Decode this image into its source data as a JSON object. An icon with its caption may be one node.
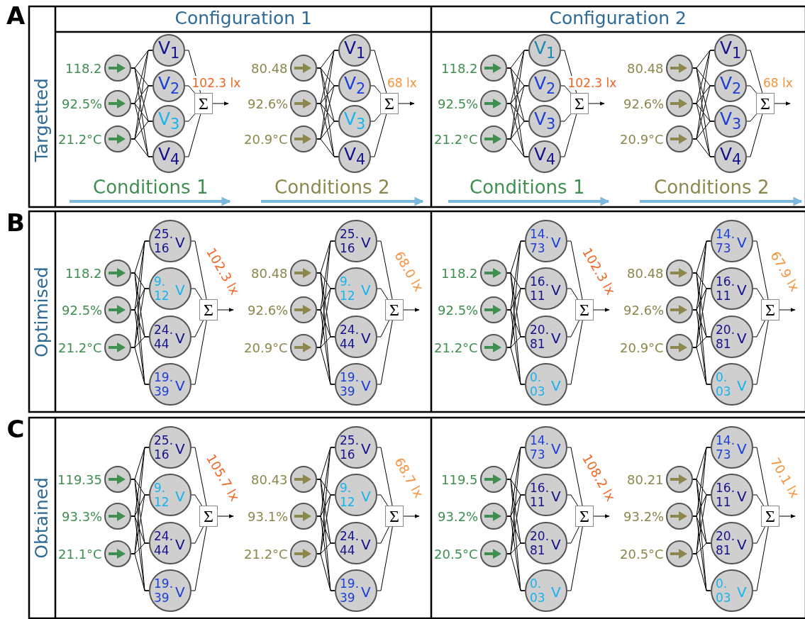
{
  "diagram": {
    "nodes": [
      {
        "text": [],
        "shape": "circle",
        "beside": [
          "118.2"
        ]
      },
      {
        "text": [],
        "shape": "circle",
        "beside": [
          "92.5%"
        ]
      },
      {
        "text": [],
        "shape": "circle",
        "beside": [
          "21.2°C"
        ]
      },
      {
        "text": [
          "V$_{1}$"
        ]
      },
      {
        "text": [
          "V$_{2}$"
        ]
      },
      {
        "text": [
          "V$_{3}$"
        ]
      },
      {
        "text": [
          "V$_{4}$"
        ]
      },
      {
        "text": [
          "Σ"
        ],
        "beside": [
          "102.3 lx"
        ]
      },
      {
        "text": [],
        "shape": "circle",
        "beside": [
          "80.48"
        ]
      },
      {
        "text": [],
        "shape": "circle",
        "beside": [
          "92.6%"
        ]
      },
      {
        "text": [],
        "shape": "circle",
        "beside": [
          "20.9°C"
        ]
      },
      {
        "text": [
          "V$_{1}$"
        ]
      },
      {
        "text": [
          "V$_{2}$"
        ]
      },
      {
        "text": [
          "V$_{3}$"
        ]
      },
      {
        "text": [
          "V$_{4}$"
        ]
      },
      {
        "text": [
          "Σ"
        ],
        "beside": [
          "68 lx"
        ]
      },
      {
        "text": [],
        "shape": "circle",
        "beside": [
          "118.2"
        ]
      },
      {
        "text": [],
        "shape": "circle",
        "beside": [
          "92.5%"
        ]
      },
      {
        "text": [],
        "shape": "circle",
        "beside": [
          "21.2°C"
        ]
      },
      {
        "text": [
          "V$_{1}$"
        ]
      },
      {
        "text": [
          "V$_{2}$"
        ]
      },
      {
        "text": [
          "V$_{3}$"
        ]
      },
      {
        "text": [
          "V$_{4}$"
        ]
      },
      {
        "text": [
          "Σ"
        ],
        "beside": [
          "102.3 lx"
        ]
      },
      {
        "text": [],
        "shape": "circle",
        "beside": [
          "80.48"
        ]
      },
      {
        "text": [],
        "shape": "circle",
        "beside": [
          "92.6%"
        ]
      },
      {
        "text": [],
        "shape": "circle",
        "beside": [
          "20.9°C"
        ]
      },
      {
        "text": [
          "V$_{1}$"
        ]
      },
      {
        "text": [
          "V$_{2}$"
        ]
      },
      {
        "text": [
          "V$_{3}$"
        ]
      },
      {
        "text": [
          "V$_{4}$"
        ]
      },
      {
        "text": [
          "Σ"
        ],
        "beside": [
          "68 lx"
        ]
      },
      {
        "text": [],
        "shape": "circle",
        "beside": [
          "118.2"
        ]
      },
      {
        "text": [],
        "shape": "circle",
        "beside": [
          "92.5%"
        ]
      },
      {
        "text": [],
        "shape": "circle",
        "beside": [
          "21.2°C"
        ]
      },
      {
        "text": [
          "25.16",
          "V"
        ]
      },
      {
        "text": [
          "9.12",
          "V"
        ]
      },
      {
        "text": [
          "24.44",
          "V"
        ]
      },
      {
        "text": [
          "19.39",
          "V"
        ]
      },
      {
        "text": [
          "Σ"
        ],
        "beside": [
          "102.3 lx"
        ]
      },
      {
        "text": [],
        "shape": "circle",
        "beside": [
          "80.48"
        ]
      },
      {
        "text": [],
        "shape": "circle",
        "beside": [
          "92.6%"
        ]
      },
      {
        "text": [],
        "shape": "circle",
        "beside": [
          "20.9°C"
        ]
      },
      {
        "text": [
          "25.16",
          "V"
        ]
      },
      {
        "text": [
          "9.12",
          "V"
        ]
      },
      {
        "text": [
          "24.44",
          "V"
        ]
      },
      {
        "text": [
          "19.39",
          "V"
        ]
      },
      {
        "text": [
          "Σ"
        ],
        "beside": [
          "68.0 lx"
        ]
      },
      {
        "text": [],
        "shape": "circle",
        "beside": [
          "118.2"
        ]
      },
      {
        "text": [],
        "shape": "circle",
        "beside": [
          "92.5%"
        ]
      },
      {
        "text": [],
        "shape": "circle",
        "beside": [
          "21.2°C"
        ]
      },
      {
        "text": [
          "14.73",
          "V"
        ]
      },
      {
        "text": [
          "16.11",
          "V"
        ]
      },
      {
        "text": [
          "20.81",
          "V"
        ]
      },
      {
        "text": [
          "0.03",
          "V"
        ]
      },
      {
        "text": [
          "Σ"
        ],
        "beside": [
          "102.3 lx"
        ]
      },
      {
        "text": [],
        "shape": "circle",
        "beside": [
          "80.48"
        ]
      },
      {
        "text": [],
        "shape": "circle",
        "beside": [
          "92.6%"
        ]
      },
      {
        "text": [],
        "shape": "circle",
        "beside": [
          "20.9°C"
        ]
      },
      {
        "text": [
          "14.73",
          "V"
        ]
      },
      {
        "text": [
          "16.11",
          "V"
        ]
      },
      {
        "text": [
          "20.81",
          "V"
        ]
      },
      {
        "text": [
          "0.03",
          "V"
        ]
      },
      {
        "text": [
          "Σ"
        ],
        "beside": [
          "67.9 lx"
        ]
      },
      {
        "text": [],
        "shape": "circle",
        "beside": [
          "119.35"
        ]
      },
      {
        "text": [],
        "shape": "circle",
        "beside": [
          "93.3%"
        ]
      },
      {
        "text": [],
        "shape": "circle",
        "beside": [
          "21.1°C"
        ]
      },
      {
        "text": [
          "25.16",
          "V"
        ]
      },
      {
        "text": [
          "9.12",
          "V"
        ]
      },
      {
        "text": [
          "24.44",
          "V"
        ]
      },
      {
        "text": [
          "19.39",
          "V"
        ]
      },
      {
        "text": [
          "Σ"
        ],
        "beside": [
          "105.7 lx"
        ]
      },
      {
        "text": [],
        "shape": "circle",
        "beside": [
          "80.43"
        ]
      },
      {
        "text": [],
        "shape": "circle",
        "beside": [
          "93.1%"
        ]
      },
      {
        "text": [],
        "shape": "circle",
        "beside": [
          "21.2°C"
        ]
      },
      {
        "text": [
          "25.16",
          "V"
        ]
      },
      {
        "text": [
          "9.12",
          "V"
        ]
      },
      {
        "text": [
          "24.44",
          "V"
        ]
      },
      {
        "text": [
          "19.39",
          "V"
        ]
      },
      {
        "text": [
          "Σ"
        ],
        "beside": [
          "68.7 lx"
        ]
      },
      {
        "text": [],
        "shape": "circle",
        "beside": [
          "119.5"
        ]
      },
      {
        "text": [],
        "shape": "circle",
        "beside": [
          "93.2%"
        ]
      },
      {
        "text": [],
        "shape": "circle",
        "beside": [
          "20.5°C"
        ]
      },
      {
        "text": [
          "14.73",
          "V"
        ]
      },
      {
        "text": [
          "16.11",
          "V"
        ]
      },
      {
        "text": [
          "20.81",
          "V"
        ]
      },
      {
        "text": [
          "0.03",
          "V"
        ]
      },
      {
        "text": [
          "Σ"
        ],
        "beside": [
          "108.2 lx"
        ]
      },
      {
        "text": [],
        "shape": "circle",
        "beside": [
          "80.21"
        ]
      },
      {
        "text": [],
        "shape": "circle",
        "beside": [
          "93.2%"
        ]
      },
      {
        "text": [],
        "shape": "circle",
        "beside": [
          "20.5°C"
        ]
      },
      {
        "text": [
          "14.73",
          "V"
        ]
      },
      {
        "text": [
          "16.11",
          "V"
        ]
      },
      {
        "text": [
          "20.81",
          "V"
        ]
      },
      {
        "text": [
          "0.03",
          "V"
        ]
      },
      {
        "text": [
          "Σ"
        ],
        "beside": [
          "70.1 lx"
        ]
      }
    ],
    "edges": [
      {
        "from": 0,
        "to": 3,
        "arrow": "none"
      },
      {
        "from": 0,
        "to": 4,
        "arrow": "none"
      },
      {
        "from": 0,
        "to": 5,
        "arrow": "none"
      },
      {
        "from": 0,
        "to": 6,
        "arrow": "none"
      },
      {
        "from": 1,
        "to": 3,
        "arrow": "none"
      },
      {
        "from": 1,
        "to": 4,
        "arrow": "none"
      },
      {
        "from": 1,
        "to": 5,
        "arrow": "none"
      },
      {
        "from": 1,
        "to": 6,
        "arrow": "none"
      },
      {
        "from": 2,
        "to": 3,
        "arrow": "none"
      },
      {
        "from": 2,
        "to": 4,
        "arrow": "none"
      },
      {
        "from": 2,
        "to": 5,
        "arrow": "none"
      },
      {
        "from": 2,
        "to": 6,
        "arrow": "none"
      },
      {
        "from": 3,
        "to": 7,
        "arrow": "none"
      },
      {
        "from": 4,
        "to": 7,
        "arrow": "none"
      },
      {
        "from": 5,
        "to": 7,
        "arrow": "none"
      },
      {
        "from": 6,
        "to": 7,
        "arrow": "none"
      },
      {
        "from": 7,
        "to": null,
        "arrow": "to"
      },
      {
        "from": 8,
        "to": 11,
        "arrow": "none"
      },
      {
        "from": 8,
        "to": 12,
        "arrow": "none"
      },
      {
        "from": 8,
        "to": 13,
        "arrow": "none"
      },
      {
        "from": 8,
        "to": 14,
        "arrow": "none"
      },
      {
        "from": 9,
        "to": 11,
        "arrow": "none"
      },
      {
        "from": 9,
        "to": 12,
        "arrow": "none"
      },
      {
        "from": 9,
        "to": 13,
        "arrow": "none"
      },
      {
        "from": 9,
        "to": 14,
        "arrow": "none"
      },
      {
        "from": 10,
        "to": 11,
        "arrow": "none"
      },
      {
        "from": 10,
        "to": 12,
        "arrow": "none"
      },
      {
        "from": 10,
        "to": 13,
        "arrow": "none"
      },
      {
        "from": 10,
        "to": 14,
        "arrow": "none"
      },
      {
        "from": 11,
        "to": 15,
        "arrow": "none"
      },
      {
        "from": 12,
        "to": 15,
        "arrow": "none"
      },
      {
        "from": 13,
        "to": 15,
        "arrow": "none"
      },
      {
        "from": 14,
        "to": 15,
        "arrow": "none"
      },
      {
        "from": 15,
        "to": null,
        "arrow": "to"
      },
      {
        "from": 16,
        "to": 19,
        "arrow": "none"
      },
      {
        "from": 16,
        "to": 20,
        "arrow": "none"
      },
      {
        "from": 16,
        "to": 21,
        "arrow": "none"
      },
      {
        "from": 16,
        "to": 22,
        "arrow": "none"
      },
      {
        "from": 17,
        "to": 19,
        "arrow": "none"
      },
      {
        "from": 17,
        "to": 20,
        "arrow": "none"
      },
      {
        "from": 17,
        "to": 21,
        "arrow": "none"
      },
      {
        "from": 17,
        "to": 22,
        "arrow": "none"
      },
      {
        "from": 18,
        "to": 19,
        "arrow": "none"
      },
      {
        "from": 18,
        "to": 20,
        "arrow": "none"
      },
      {
        "from": 18,
        "to": 21,
        "arrow": "none"
      },
      {
        "from": 18,
        "to": 22,
        "arrow": "none"
      },
      {
        "from": 19,
        "to": 23,
        "arrow": "none"
      },
      {
        "from": 20,
        "to": 23,
        "arrow": "none"
      },
      {
        "from": 21,
        "to": 23,
        "arrow": "none"
      },
      {
        "from": 22,
        "to": 23,
        "arrow": "none"
      },
      {
        "from": 23,
        "to": null,
        "arrow": "to"
      },
      {
        "from": 24,
        "to": 27,
        "arrow": "none"
      },
      {
        "from": 24,
        "to": 28,
        "arrow": "none"
      },
      {
        "from": 24,
        "to": 29,
        "arrow": "none"
      },
      {
        "from": 24,
        "to": 30,
        "arrow": "none"
      },
      {
        "from": 25,
        "to": 27,
        "arrow": "none"
      },
      {
        "from": 25,
        "to": 28,
        "arrow": "none"
      },
      {
        "from": 25,
        "to": 29,
        "arrow": "none"
      },
      {
        "from": 25,
        "to": 30,
        "arrow": "none"
      },
      {
        "from": 26,
        "to": 27,
        "arrow": "none"
      },
      {
        "from": 26,
        "to": 28,
        "arrow": "none"
      },
      {
        "from": 26,
        "to": 29,
        "arrow": "none"
      },
      {
        "from": 26,
        "to": 30,
        "arrow": "none"
      },
      {
        "from": 27,
        "to": 31,
        "arrow": "none"
      },
      {
        "from": 28,
        "to": 31,
        "arrow": "none"
      },
      {
        "from": 29,
        "to": 31,
        "arrow": "none"
      },
      {
        "from": 30,
        "to": 31,
        "arrow": "none"
      },
      {
        "from": 31,
        "to": null,
        "arrow": "to"
      },
      {
        "from": 32,
        "to": 35,
        "arrow": "none"
      },
      {
        "from": 32,
        "to": 36,
        "arrow": "none"
      },
      {
        "from": 32,
        "to": 37,
        "arrow": "none"
      },
      {
        "from": 32,
        "to": 38,
        "arrow": "none"
      },
      {
        "from": 33,
        "to": 35,
        "arrow": "none"
      },
      {
        "from": 33,
        "to": 36,
        "arrow": "none"
      },
      {
        "from": 33,
        "to": 37,
        "arrow": "none"
      },
      {
        "from": 33,
        "to": 38,
        "arrow": "none"
      },
      {
        "from": 34,
        "to": 35,
        "arrow": "none"
      },
      {
        "from": 34,
        "to": 36,
        "arrow": "none"
      },
      {
        "from": 34,
        "to": 37,
        "arrow": "none"
      },
      {
        "from": 34,
        "to": 38,
        "arrow": "none"
      },
      {
        "from": 35,
        "to": 39,
        "arrow": "none"
      },
      {
        "from": 36,
        "to": 39,
        "arrow": "none"
      },
      {
        "from": 37,
        "to": 39,
        "arrow": "none"
      },
      {
        "from": 38,
        "to": 39,
        "arrow": "none"
      },
      {
        "from": 39,
        "to": null,
        "arrow": "to"
      },
      {
        "from": 40,
        "to": 43,
        "arrow": "none"
      },
      {
        "from": 40,
        "to": 44,
        "arrow": "none"
      },
      {
        "from": 40,
        "to": 45,
        "arrow": "none"
      },
      {
        "from": 40,
        "to": 46,
        "arrow": "none"
      },
      {
        "from": 41,
        "to": 43,
        "arrow": "none"
      },
      {
        "from": 41,
        "to": 44,
        "arrow": "none"
      },
      {
        "from": 41,
        "to": 45,
        "arrow": "none"
      },
      {
        "from": 41,
        "to": 46,
        "arrow": "none"
      },
      {
        "from": 42,
        "to": 43,
        "arrow": "none"
      },
      {
        "from": 42,
        "to": 44,
        "arrow": "none"
      },
      {
        "from": 42,
        "to": 45,
        "arrow": "none"
      },
      {
        "from": 42,
        "to": 46,
        "arrow": "none"
      },
      {
        "from": 43,
        "to": 47,
        "arrow": "none"
      },
      {
        "from": 44,
        "to": 47,
        "arrow": "none"
      },
      {
        "from": 45,
        "to": 47,
        "arrow": "none"
      },
      {
        "from": 46,
        "to": 47,
        "arrow": "none"
      },
      {
        "from": 47,
        "to": null,
        "arrow": "to"
      },
      {
        "from": 48,
        "to": 51,
        "arrow": "none"
      },
      {
        "from": 48,
        "to": 52,
        "arrow": "none"
      },
      {
        "from": 48,
        "to": 53,
        "arrow": "none"
      },
      {
        "from": 48,
        "to": 54,
        "arrow": "none"
      },
      {
        "from": 49,
        "to": 51,
        "arrow": "none"
      },
      {
        "from": 49,
        "to": 52,
        "arrow": "none"
      },
      {
        "from": 49,
        "to": 53,
        "arrow": "none"
      },
      {
        "from": 49,
        "to": 54,
        "arrow": "none"
      },
      {
        "from": 50,
        "to": 51,
        "arrow": "none"
      },
      {
        "from": 50,
        "to": 52,
        "arrow": "none"
      },
      {
        "from": 50,
        "to": 53,
        "arrow": "none"
      },
      {
        "from": 50,
        "to": 54,
        "arrow": "none"
      },
      {
        "from": 51,
        "to": 55,
        "arrow": "none"
      },
      {
        "from": 52,
        "to": 55,
        "arrow": "none"
      },
      {
        "from": 53,
        "to": 55,
        "arrow": "none"
      },
      {
        "from": 54,
        "to": 55,
        "arrow": "none"
      },
      {
        "from": 55,
        "to": null,
        "arrow": "to"
      },
      {
        "from": 56,
        "to": 59,
        "arrow": "none"
      },
      {
        "from": 56,
        "to": 60,
        "arrow": "none"
      },
      {
        "from": 56,
        "to": 61,
        "arrow": "none"
      },
      {
        "from": 56,
        "to": 62,
        "arrow": "none"
      },
      {
        "from": 57,
        "to": 59,
        "arrow": "none"
      },
      {
        "from": 57,
        "to": 60,
        "arrow": "none"
      },
      {
        "from": 57,
        "to": 61,
        "arrow": "none"
      },
      {
        "from": 57,
        "to": 62,
        "arrow": "none"
      },
      {
        "from": 58,
        "to": 59,
        "arrow": "none"
      },
      {
        "from": 58,
        "to": 60,
        "arrow": "none"
      },
      {
        "from": 58,
        "to": 61,
        "arrow": "none"
      },
      {
        "from": 58,
        "to": 62,
        "arrow": "none"
      },
      {
        "from": 59,
        "to": 63,
        "arrow": "none"
      },
      {
        "from": 60,
        "to": 63,
        "arrow": "none"
      },
      {
        "from": 61,
        "to": 63,
        "arrow": "none"
      },
      {
        "from": 62,
        "to": 63,
        "arrow": "none"
      },
      {
        "from": 63,
        "to": null,
        "arrow": "to"
      },
      {
        "from": 64,
        "to": 67,
        "arrow": "none"
      },
      {
        "from": 64,
        "to": 68,
        "arrow": "none"
      },
      {
        "from": 64,
        "to": 69,
        "arrow": "none"
      },
      {
        "from": 64,
        "to": 70,
        "arrow": "none"
      },
      {
        "from": 65,
        "to": 67,
        "arrow": "none"
      },
      {
        "from": 65,
        "to": 68,
        "arrow": "none"
      },
      {
        "from": 65,
        "to": 69,
        "arrow": "none"
      },
      {
        "from": 65,
        "to": 70,
        "arrow": "none"
      },
      {
        "from": 66,
        "to": 67,
        "arrow": "none"
      },
      {
        "from": 66,
        "to": 68,
        "arrow": "none"
      },
      {
        "from": 66,
        "to": 69,
        "arrow": "none"
      },
      {
        "from": 66,
        "to": 70,
        "arrow": "none"
      },
      {
        "from": 67,
        "to": 71,
        "arrow": "none"
      },
      {
        "from": 68,
        "to": 71,
        "arrow": "none"
      },
      {
        "from": 69,
        "to": 71,
        "arrow": "none"
      },
      {
        "from": 70,
        "to": 71,
        "arrow": "none"
      },
      {
        "from": 71,
        "to": null,
        "arrow": "to"
      },
      {
        "from": 72,
        "to": 75,
        "arrow": "none"
      },
      {
        "from": 72,
        "to": 76,
        "arrow": "none"
      },
      {
        "from": 72,
        "to": 77,
        "arrow": "none"
      },
      {
        "from": 72,
        "to": 78,
        "arrow": "none"
      },
      {
        "from": 73,
        "to": 75,
        "arrow": "none"
      },
      {
        "from": 73,
        "to": 76,
        "arrow": "none"
      },
      {
        "from": 73,
        "to": 77,
        "arrow": "none"
      },
      {
        "from": 73,
        "to": 78,
        "arrow": "none"
      },
      {
        "from": 74,
        "to": 75,
        "arrow": "none"
      },
      {
        "from": 74,
        "to": 76,
        "arrow": "none"
      },
      {
        "from": 74,
        "to": 77,
        "arrow": "none"
      },
      {
        "from": 74,
        "to": 78,
        "arrow": "none"
      },
      {
        "from": 75,
        "to": 79,
        "arrow": "none"
      },
      {
        "from": 76,
        "to": 79,
        "arrow": "none"
      },
      {
        "from": 77,
        "to": 79,
        "arrow": "none"
      },
      {
        "from": 78,
        "to": 79,
        "arrow": "none"
      },
      {
        "from": 79,
        "to": null,
        "arrow": "to"
      },
      {
        "from": 80,
        "to": 83,
        "arrow": "none"
      },
      {
        "from": 80,
        "to": 84,
        "arrow": "none"
      },
      {
        "from": 80,
        "to": 85,
        "arrow": "none"
      },
      {
        "from": 80,
        "to": 86,
        "arrow": "none"
      },
      {
        "from": 81,
        "to": 83,
        "arrow": "none"
      },
      {
        "from": 81,
        "to": 84,
        "arrow": "none"
      },
      {
        "from": 81,
        "to": 85,
        "arrow": "none"
      },
      {
        "from": 81,
        "to": 86,
        "arrow": "none"
      },
      {
        "from": 82,
        "to": 83,
        "arrow": "none"
      },
      {
        "from": 82,
        "to": 84,
        "arrow": "none"
      },
      {
        "from": 82,
        "to": 85,
        "arrow": "none"
      },
      {
        "from": 82,
        "to": 86,
        "arrow": "none"
      },
      {
        "from": 83,
        "to": 87,
        "arrow": "none"
      },
      {
        "from": 84,
        "to": 87,
        "arrow": "none"
      },
      {
        "from": 85,
        "to": 87,
        "arrow": "none"
      },
      {
        "from": 86,
        "to": 87,
        "arrow": "none"
      },
      {
        "from": 87,
        "to": null,
        "arrow": "to"
      },
      {
        "from": 88,
        "to": 91,
        "arrow": "none"
      },
      {
        "from": 88,
        "to": 92,
        "arrow": "none"
      },
      {
        "from": 88,
        "to": 93,
        "arrow": "none"
      },
      {
        "from": 88,
        "to": 94,
        "arrow": "none"
      },
      {
        "from": 89,
        "to": 91,
        "arrow": "none"
      },
      {
        "from": 89,
        "to": 92,
        "arrow": "none"
      },
      {
        "from": 89,
        "to": 93,
        "arrow": "none"
      },
      {
        "from": 89,
        "to": 94,
        "arrow": "none"
      },
      {
        "from": 90,
        "to": 91,
        "arrow": "none"
      },
      {
        "from": 90,
        "to": 92,
        "arrow": "none"
      },
      {
        "from": 90,
        "to": 93,
        "arrow": "none"
      },
      {
        "from": 90,
        "to": 94,
        "arrow": "none"
      },
      {
        "from": 91,
        "to": 95,
        "arrow": "none"
      },
      {
        "from": 92,
        "to": 95,
        "arrow": "none"
      },
      {
        "from": 93,
        "to": 95,
        "arrow": "none"
      },
      {
        "from": 94,
        "to": 95,
        "arrow": "none"
      },
      {
        "from": 95,
        "to": null,
        "arrow": "to"
      }
    ],
    "labels": [
      "A",
      "Configuration 1",
      "Configuration 2",
      "Targetted",
      "Conditions 1",
      "Conditions 2",
      "Conditions 1",
      "Conditions 2",
      "B",
      "Optimised",
      "C",
      "Obtained"
    ]
  }
}
